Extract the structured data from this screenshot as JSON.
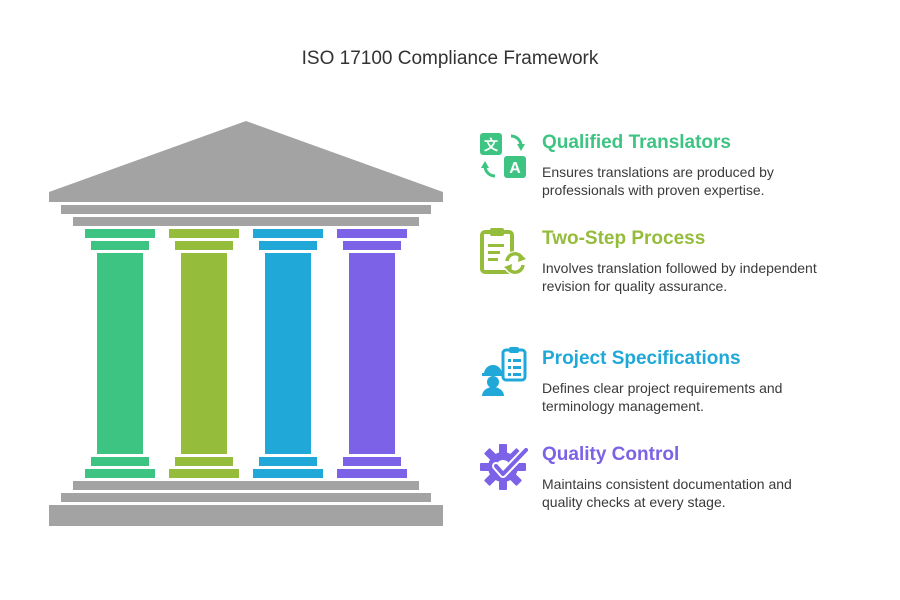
{
  "title": "ISO 17100 Compliance Framework",
  "colors": {
    "roof": "#a3a3a3",
    "green": "#3ec482",
    "olive": "#95bc3a",
    "blue": "#1fa8d8",
    "purple": "#7c62e6"
  },
  "items": [
    {
      "heading": "Qualified Translators",
      "description": "Ensures translations are produced by professionals with proven expertise.",
      "icon": "translate-icon",
      "color": "#3ec482"
    },
    {
      "heading": "Two-Step Process",
      "description": "Involves translation followed by independent revision for quality assurance.",
      "icon": "clipboard-refresh-icon",
      "color": "#95bc3a"
    },
    {
      "heading": "Project Specifications",
      "description": "Defines clear project requirements and terminology management.",
      "icon": "worker-checklist-icon",
      "color": "#1fa8d8"
    },
    {
      "heading": "Quality Control",
      "description": "Maintains consistent documentation and quality checks at every stage.",
      "icon": "gear-check-icon",
      "color": "#7c62e6"
    }
  ]
}
